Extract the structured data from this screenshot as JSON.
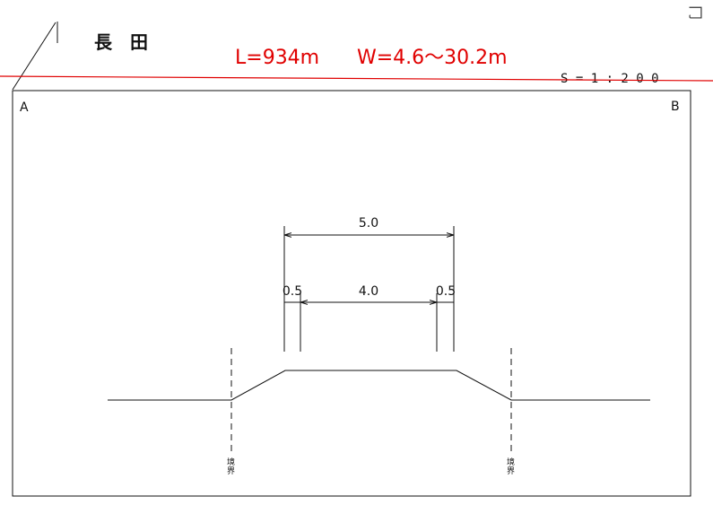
{
  "header": {
    "place_name": "長　田",
    "length": "L=934m",
    "width": "W=4.6～30.2m",
    "scale": "S = 1 : 2 0 0",
    "edge_glyph": "冂"
  },
  "frame": {
    "corner_left": "A",
    "corner_right": "B"
  },
  "dimensions": {
    "total_width": "5.0",
    "left_shoulder": "0.5",
    "crown": "4.0",
    "right_shoulder": "0.5"
  },
  "boundary_markers": {
    "left_label": "境\n界",
    "right_label": "境\n界"
  },
  "colors": {
    "accent_red": "#e00000",
    "line": "#111111"
  }
}
